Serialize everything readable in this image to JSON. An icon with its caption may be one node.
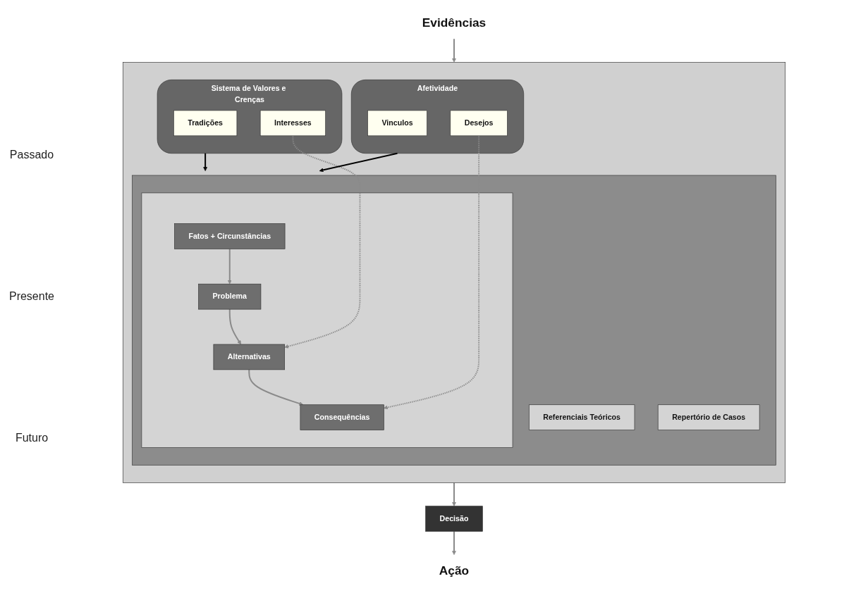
{
  "diagram": {
    "nodes": [
      {
        "text": [
          "Evidências"
        ]
      },
      {
        "text": [],
        "shape": "box"
      },
      {
        "text": [
          "Sistema de Valores e Crenças"
        ],
        "in": 1
      },
      {
        "text": [
          "Tradições"
        ],
        "in": 2
      },
      {
        "text": [
          "Interesses"
        ],
        "in": 2
      },
      {
        "text": [],
        "shape": "box",
        "in": 1
      },
      {
        "text": [
          "Referenciais Teóricos"
        ],
        "in": 5
      },
      {
        "text": [],
        "shape": "box",
        "in": 5
      },
      {
        "text": [
          "Fatos + Circunstâncias"
        ],
        "in": 7
      },
      {
        "text": [
          "Problema"
        ],
        "in": 7
      },
      {
        "text": [
          "Alternativas"
        ],
        "in": 7
      },
      {
        "text": [
          "Consequências"
        ],
        "in": 7
      },
      {
        "text": [
          "Repertório de Casos"
        ],
        "in": 5
      },
      {
        "text": [
          "Afetividade"
        ],
        "in": 1
      },
      {
        "text": [
          "Vinculos"
        ],
        "in": 13
      },
      {
        "text": [
          "Desejos"
        ],
        "in": 13
      },
      {
        "text": [
          "Decisão"
        ]
      },
      {
        "text": [
          "Ação"
        ]
      }
    ],
    "edges": [
      {
        "from": 0,
        "to": 1,
        "arrow": "to"
      },
      {
        "from": 8,
        "to": 9,
        "arrow": "to"
      },
      {
        "from": 9,
        "to": 10,
        "arrow": "to"
      },
      {
        "from": 10,
        "to": 11,
        "arrow": "to"
      },
      {
        "from": 4,
        "to": 10,
        "arrow": "to",
        "style": "dashed"
      },
      {
        "from": 15,
        "to": 11,
        "arrow": "to",
        "style": "dashed"
      },
      {
        "from": 2,
        "to": 5,
        "arrow": "to",
        "color": "#000000"
      },
      {
        "from": 13,
        "to": 5,
        "arrow": "to",
        "color": "#000000"
      },
      {
        "from": 1,
        "to": 16,
        "arrow": "to"
      },
      {
        "from": 16,
        "to": 17,
        "arrow": "to"
      }
    ],
    "labels": [
      "Passado",
      "Presente",
      "Futuro"
    ]
  }
}
